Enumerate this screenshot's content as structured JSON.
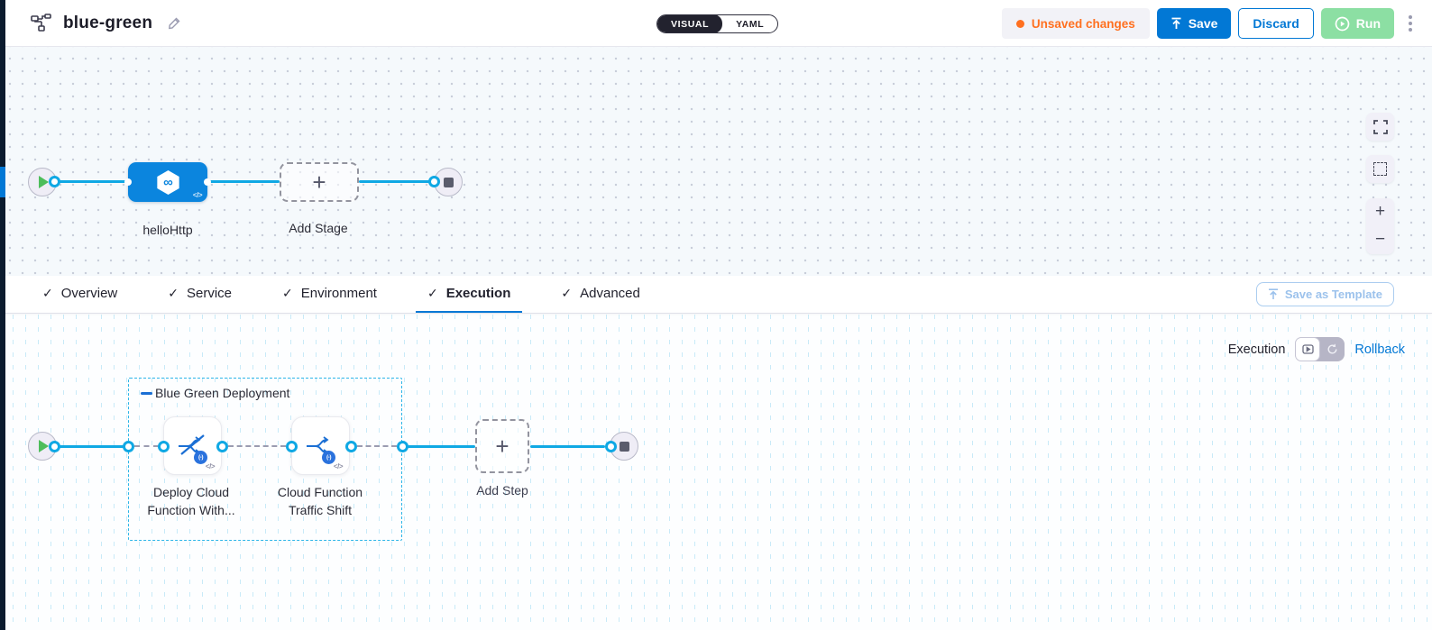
{
  "header": {
    "title": "blue-green",
    "view_toggle": {
      "visual": "VISUAL",
      "yaml": "YAML"
    },
    "unsaved_label": "Unsaved changes",
    "save_label": "Save",
    "discard_label": "Discard",
    "run_label": "Run"
  },
  "top_canvas": {
    "stage_name": "helloHttp",
    "add_stage_label": "Add Stage"
  },
  "tabs": [
    {
      "label": "Overview",
      "active": false
    },
    {
      "label": "Service",
      "active": false
    },
    {
      "label": "Environment",
      "active": false
    },
    {
      "label": "Execution",
      "active": true
    },
    {
      "label": "Advanced",
      "active": false
    }
  ],
  "save_as_template_label": "Save as Template",
  "execution_bar": {
    "label": "Execution",
    "rollback_label": "Rollback"
  },
  "execution_canvas": {
    "group_label": "Blue Green Deployment",
    "steps": [
      {
        "name": "Deploy Cloud Function With...",
        "line1": "Deploy Cloud",
        "line2": "Function With..."
      },
      {
        "name": "Cloud Function Traffic Shift",
        "line1": "Cloud Function",
        "line2": "Traffic Shift"
      }
    ],
    "add_step_label": "Add Step",
    "badge_glyph": "(-)",
    "code_glyph": "</>"
  },
  "colors": {
    "accent_blue": "#0278d5",
    "line_cyan": "#0fa8e4",
    "stage_blue": "#0b85de",
    "unsaved_orange": "#ff7020",
    "run_green": "#8cdfa3"
  }
}
